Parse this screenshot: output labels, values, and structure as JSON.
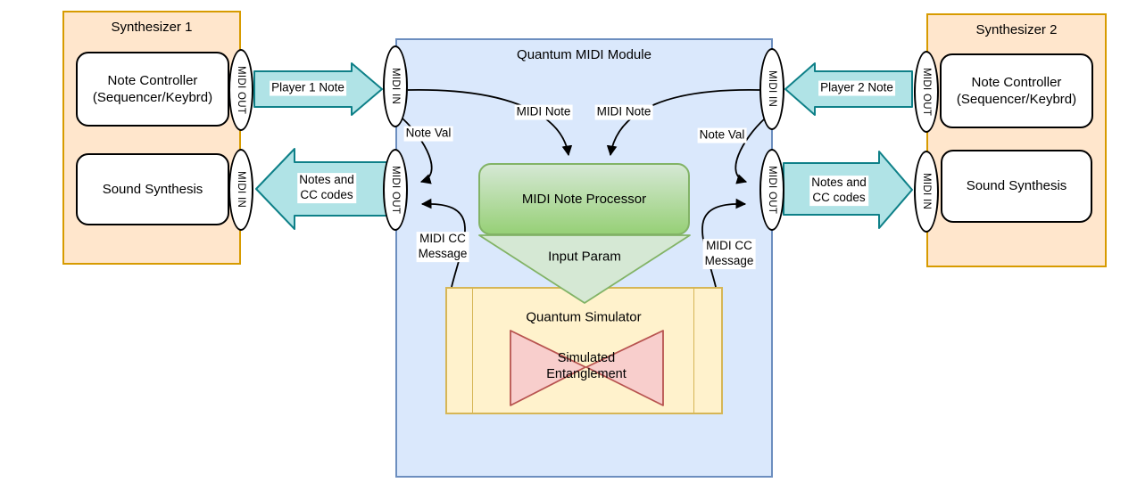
{
  "synth1": {
    "title": "Synthesizer 1",
    "note_controller": "Note Controller\n(Sequencer/Keybrd)",
    "sound_synthesis": "Sound Synthesis",
    "ports": {
      "out": "MIDI OUT",
      "in": "MIDI IN"
    }
  },
  "synth2": {
    "title": "Synthesizer 2",
    "note_controller": "Note Controller\n(Sequencer/Keybrd)",
    "sound_synthesis": "Sound Synthesis",
    "ports": {
      "out": "MIDI OUT",
      "in": "MIDI IN"
    }
  },
  "module": {
    "title": "Quantum MIDI Module",
    "left_ports": {
      "in": "MIDI IN",
      "out": "MIDI OUT"
    },
    "right_ports": {
      "in": "MIDI IN",
      "out": "MIDI OUT"
    },
    "processor_label": "MIDI Note Processor",
    "input_param_label": "Input Param",
    "simulator_label": "Quantum Simulator",
    "entanglement_label": "Simulated\nEntanglement"
  },
  "flows": {
    "player1": "Player 1 Note",
    "player2": "Player 2 Note",
    "notes_cc_left": "Notes and\nCC codes",
    "notes_cc_right": "Notes and\nCC codes",
    "midi_note_1": "MIDI Note",
    "midi_note_2": "MIDI Note",
    "note_val_left": "Note Val",
    "note_val_right": "Note Val",
    "midi_cc_left": "MIDI CC\nMessage",
    "midi_cc_right": "MIDI CC\nMessage"
  },
  "colors": {
    "orange_fill": "#FFE6CC",
    "orange_stroke": "#D79B00",
    "blue_fill": "#DAE8FC",
    "blue_stroke": "#6C8EBF",
    "teal_fill": "#B0E3E6",
    "teal_stroke": "#0E8088",
    "green_fill_top": "#D5E8D4",
    "green_fill_bottom": "#97D077",
    "green_stroke": "#82B366",
    "yellow_fill": "#FFF2CC",
    "yellow_stroke": "#D6B656",
    "pink_fill": "#F8CECC",
    "pink_stroke": "#B85450",
    "connector": "#000000"
  }
}
